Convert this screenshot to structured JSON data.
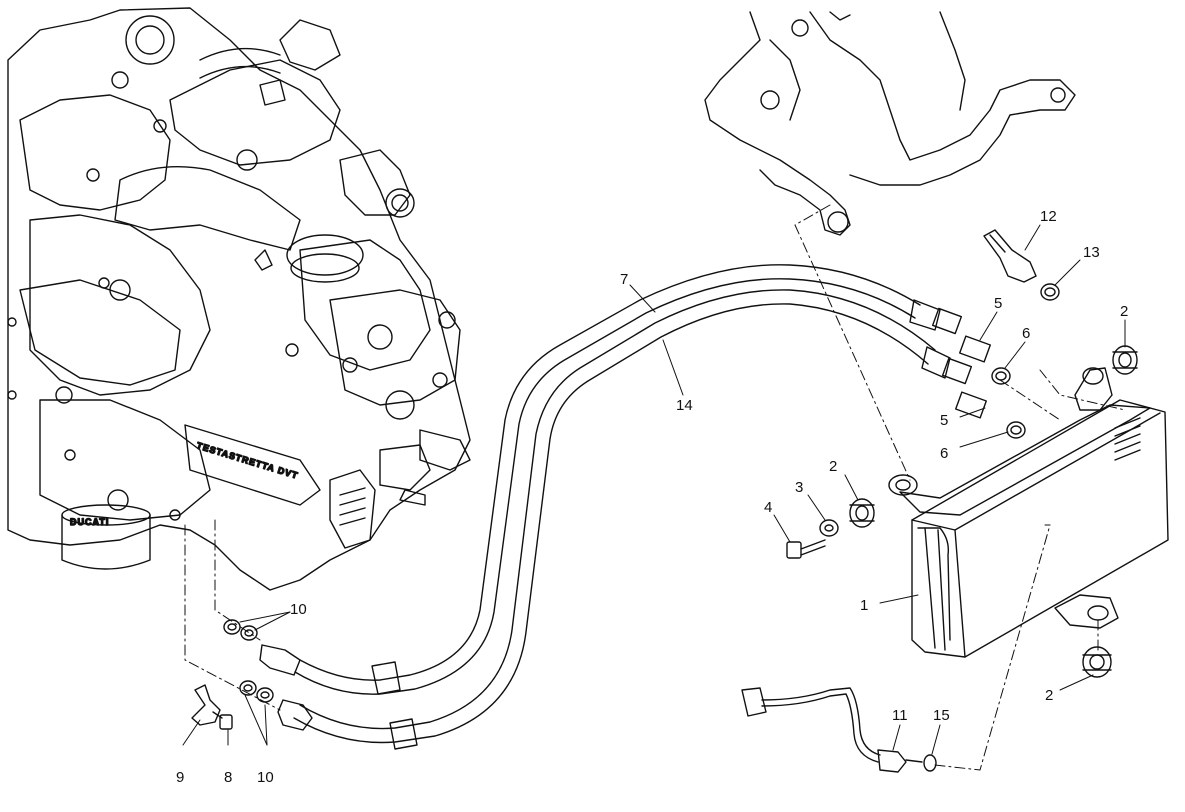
{
  "diagram": {
    "engine_plate": "TESTASTRETTA DVT",
    "logo_text": "DUCATI",
    "callouts": {
      "c1": "1",
      "c2a": "2",
      "c2b": "2",
      "c2c": "2",
      "c3": "3",
      "c4": "4",
      "c5a": "5",
      "c5b": "5",
      "c6a": "6",
      "c6b": "6",
      "c7": "7",
      "c8": "8",
      "c9": "9",
      "c10a": "10",
      "c10b": "10",
      "c11": "11",
      "c12": "12",
      "c13": "13",
      "c14": "14",
      "c15": "15"
    }
  }
}
